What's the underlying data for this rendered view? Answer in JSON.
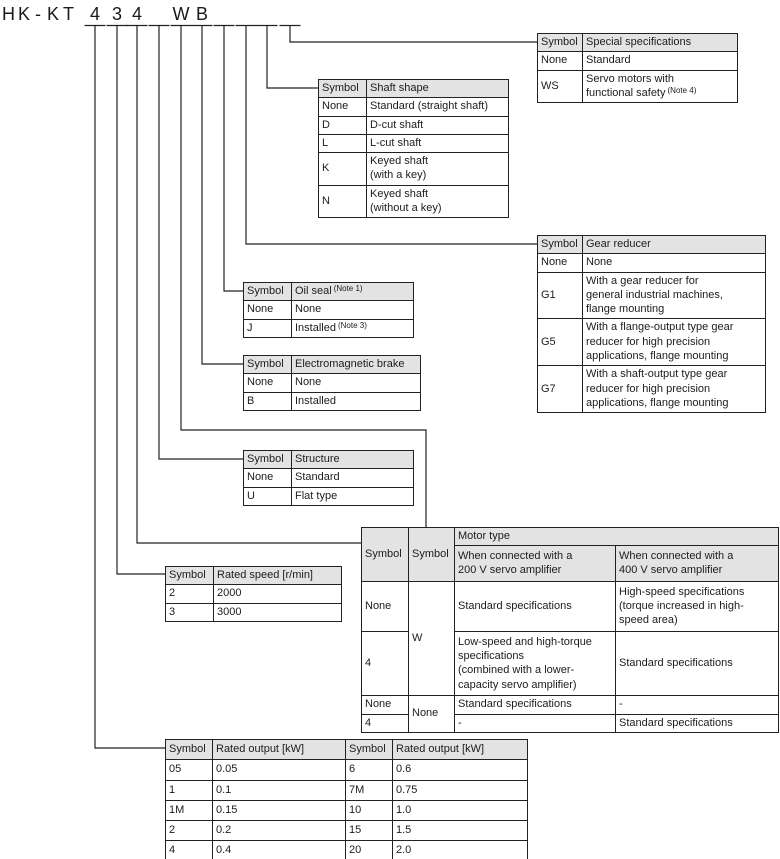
{
  "model": {
    "prefix": [
      "H",
      "K",
      "-",
      "K",
      "T"
    ],
    "slots": [
      "4",
      "3",
      "4",
      "",
      "W",
      "B",
      "",
      "",
      "",
      ""
    ]
  },
  "tables": {
    "special": {
      "headers": [
        "Symbol",
        "Special specifications"
      ],
      "rows": [
        [
          "None",
          "Standard"
        ],
        [
          "WS",
          {
            "text": "Servo motors with\nfunctional safety",
            "note": "(Note 4)"
          }
        ]
      ]
    },
    "shaft": {
      "headers": [
        "Symbol",
        "Shaft shape"
      ],
      "rows": [
        [
          "None",
          "Standard (straight shaft)"
        ],
        [
          "D",
          "D-cut shaft"
        ],
        [
          "L",
          "L-cut shaft"
        ],
        [
          "K",
          "Keyed shaft\n(with a key)"
        ],
        [
          "N",
          "Keyed shaft\n(without a key)"
        ]
      ]
    },
    "gear": {
      "headers": [
        "Symbol",
        "Gear reducer"
      ],
      "rows": [
        [
          "None",
          "None"
        ],
        [
          "G1",
          "With a gear reducer for\ngeneral industrial machines,\nflange mounting"
        ],
        [
          "G5",
          "With a flange-output type gear\nreducer for high precision\napplications, flange mounting"
        ],
        [
          "G7",
          "With a shaft-output type gear\nreducer for high precision\napplications, flange mounting"
        ]
      ]
    },
    "oil": {
      "headers": [
        "Symbol",
        {
          "text": "Oil seal",
          "note": "(Note 1)"
        }
      ],
      "rows": [
        [
          "None",
          "None"
        ],
        [
          "J",
          {
            "text": "Installed",
            "note": "(Note 3)"
          }
        ]
      ]
    },
    "brake": {
      "headers": [
        "Symbol",
        "Electromagnetic brake"
      ],
      "rows": [
        [
          "None",
          "None"
        ],
        [
          "B",
          "Installed"
        ]
      ]
    },
    "structure": {
      "headers": [
        "Symbol",
        "Structure"
      ],
      "rows": [
        [
          "None",
          "Standard"
        ],
        [
          "U",
          "Flat type"
        ]
      ]
    },
    "speed": {
      "headers": [
        "Symbol",
        "Rated speed [r/min]"
      ],
      "rows": [
        [
          "2",
          "2000"
        ],
        [
          "3",
          "3000"
        ]
      ]
    },
    "output": {
      "headers": [
        "Symbol",
        "Rated output [kW]",
        "Symbol",
        "Rated output [kW]"
      ],
      "rows": [
        [
          "05",
          "0.05",
          "6",
          "0.6"
        ],
        [
          "1",
          "0.1",
          "7M",
          "0.75"
        ],
        [
          "1M",
          "0.15",
          "10",
          "1.0"
        ],
        [
          "2",
          "0.2",
          "15",
          "1.5"
        ],
        [
          "4",
          "0.4",
          "20",
          "2.0"
        ]
      ]
    }
  },
  "motor": {
    "sym1": "Symbol",
    "sym2": "Symbol",
    "title": "Motor type",
    "h200": "When connected with a\n200 V servo amplifier",
    "h400": "When connected with a\n400 V servo amplifier",
    "r1c1": "None",
    "r12c2": "W",
    "r1c3": "Standard specifications",
    "r1c4": "High-speed specifications\n(torque increased in high-\nspeed area)",
    "r2c1": "4",
    "r2c3": "Low-speed and high-torque\nspecifications\n(combined with a lower-\ncapacity servo amplifier)",
    "r2c4": "Standard specifications",
    "r3c1": "None",
    "r34c2": "None",
    "r3c3": "Standard specifications",
    "r3c4": "-",
    "r4c1": "4",
    "r4c3": "-",
    "r4c4": "Standard specifications"
  },
  "colors": {
    "header_bg": "#e3e3e3",
    "line": "#222222",
    "text": "#1c1c1c"
  }
}
